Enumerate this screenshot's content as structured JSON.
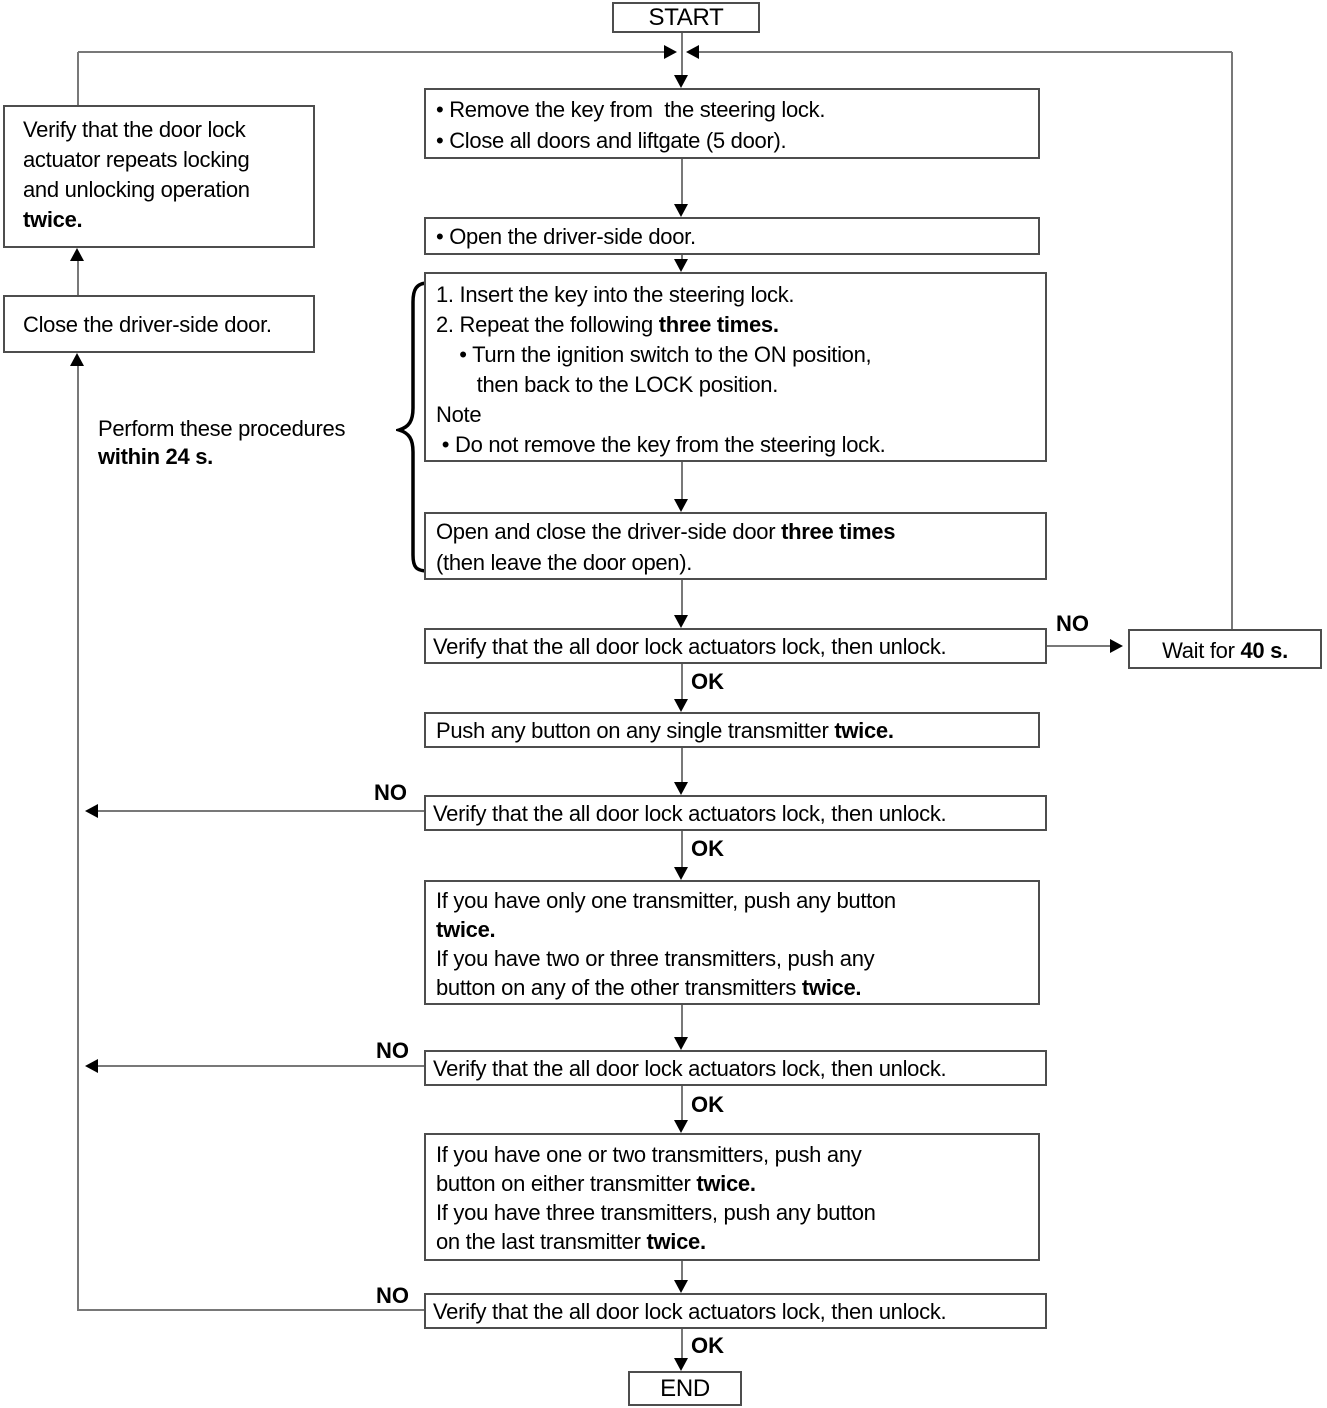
{
  "colors": {
    "background": "#ffffff",
    "box_border": "#4d4d4d",
    "connector_line": "#787878",
    "arrow_and_text": "#000000"
  },
  "labels": {
    "start": "START",
    "end": "END",
    "no": "NO",
    "ok": "OK"
  },
  "steps": {
    "prepare": {
      "lines": [
        [
          {
            "t": "• Remove the key from  the steering lock."
          }
        ],
        [
          {
            "t": "• Close all doors and liftgate (5 door)."
          }
        ]
      ]
    },
    "open_driver_door": {
      "lines": [
        [
          {
            "t": "• Open the driver-side door."
          }
        ]
      ]
    },
    "ignition_cycle": {
      "lines": [
        [
          {
            "t": "1. Insert the key into the steering lock."
          }
        ],
        [
          {
            "t": "2. Repeat the following "
          },
          {
            "t": "three times.",
            "b": true
          }
        ],
        [
          {
            "t": "    • Turn the ignition switch to the ON position,"
          }
        ],
        [
          {
            "t": "       then back to the LOCK position."
          }
        ],
        [
          {
            "t": "Note"
          }
        ],
        [
          {
            "t": " • Do not remove the key from the steering lock."
          }
        ]
      ]
    },
    "door_three_times": {
      "lines": [
        [
          {
            "t": "Open and close the driver-side door "
          },
          {
            "t": "three times",
            "b": true
          }
        ],
        [
          {
            "t": "(then leave the door open)."
          }
        ]
      ]
    },
    "verify_actuators": {
      "lines": [
        [
          {
            "t": "Verify that the all door lock actuators lock, then unlock."
          }
        ]
      ]
    },
    "push_single": {
      "lines": [
        [
          {
            "t": "Push any button on any single transmitter "
          },
          {
            "t": "twice.",
            "b": true
          }
        ]
      ]
    },
    "second_transmitter": {
      "lines": [
        [
          {
            "t": "If you have only one transmitter, push any button"
          }
        ],
        [
          {
            "t": "twice.",
            "b": true
          }
        ],
        [
          {
            "t": "If you have two or three transmitters, push any"
          }
        ],
        [
          {
            "t": "button on any of the other transmitters "
          },
          {
            "t": "twice.",
            "b": true
          }
        ]
      ]
    },
    "third_transmitter": {
      "lines": [
        [
          {
            "t": "If you have one or two transmitters, push any"
          }
        ],
        [
          {
            "t": "button on either transmitter "
          },
          {
            "t": "twice.",
            "b": true
          }
        ],
        [
          {
            "t": "If you have three transmitters, push any button"
          }
        ],
        [
          {
            "t": "on the last transmitter "
          },
          {
            "t": "twice.",
            "b": true
          }
        ]
      ]
    },
    "wait_40s": {
      "lines": [
        [
          {
            "t": "Wait for "
          },
          {
            "t": "40 s.",
            "b": true
          }
        ]
      ]
    }
  },
  "side_notes": {
    "verify_repeat": {
      "lines": [
        [
          {
            "t": "Verify that the door lock"
          }
        ],
        [
          {
            "t": "actuator repeats locking"
          }
        ],
        [
          {
            "t": "and unlocking operation"
          }
        ],
        [
          {
            "t": "twice.",
            "b": true
          }
        ]
      ]
    },
    "close_driver_door": {
      "lines": [
        [
          {
            "t": "Close the driver-side door."
          }
        ]
      ]
    },
    "perform_within": {
      "lines": [
        [
          {
            "t": "Perform these procedures"
          }
        ],
        [
          {
            "t": "within 24 s.",
            "b": true
          }
        ]
      ]
    }
  }
}
